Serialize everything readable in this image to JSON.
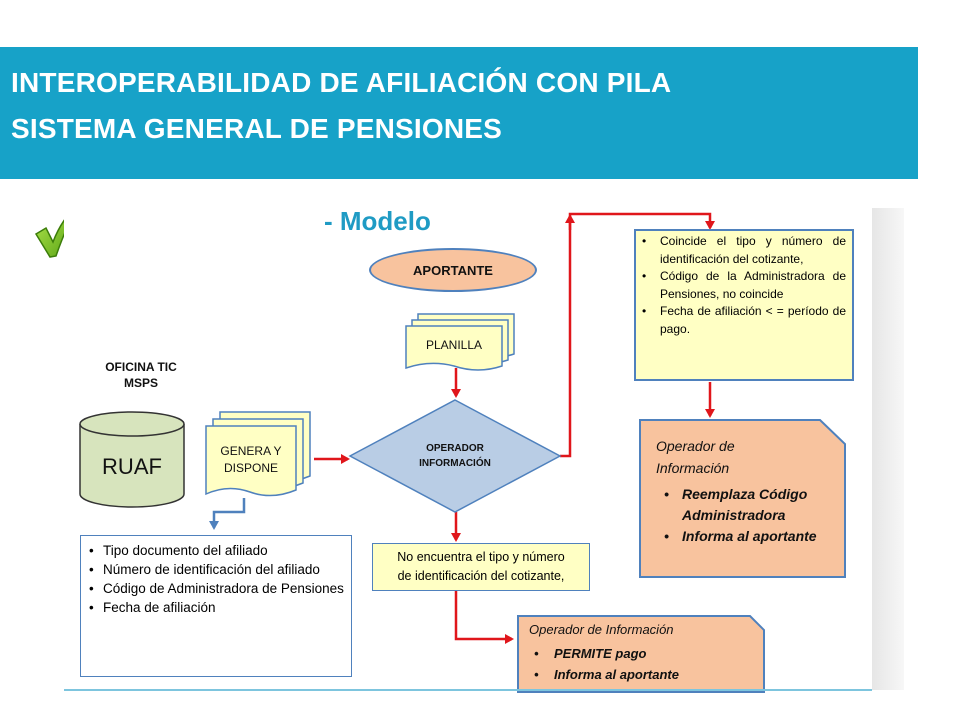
{
  "header": {
    "line1": "INTEROPERABILIDAD DE AFILIACIÓN  CON PILA",
    "line2": "SISTEMA GENERAL DE PENSIONES"
  },
  "diagram": {
    "title": "- Modelo",
    "aportante": "APORTANTE",
    "planilla": "PLANILLA",
    "oficina_line1": "OFICINA TIC",
    "oficina_line2": "MSPS",
    "ruaf": "RUAF",
    "genera_line1": "GENERA Y",
    "genera_line2": "DISPONE",
    "operador_line1": "OPERADOR",
    "operador_line2": "INFORMACIÓN",
    "ruaf_fields": [
      "Tipo documento del afiliado",
      "Número de identificación del afiliado",
      "Código de Administradora de Pensiones",
      "Fecha de afiliación"
    ],
    "condition_box": [
      "Coincide el tipo y número de identificación del cotizante,",
      "Código de la Administradora de Pensiones, no coincide",
      "Fecha de afiliación < = período de pago."
    ],
    "not_found_line1": "No encuentra el tipo y número",
    "not_found_line2": "de identificación del cotizante,",
    "result_replace": {
      "title_line1": "Operador de",
      "title_line2": "Información",
      "items": [
        "Reemplaza Código Administradora",
        "Informa al aportante"
      ]
    },
    "result_permit": {
      "title": "Operador de Información",
      "items": [
        "PERMITE pago",
        "Informa al aportante"
      ]
    }
  },
  "colors": {
    "header_bg": "#17a2c8",
    "title_blue": "#1f9bc4",
    "arrow_red": "#e0161b",
    "arrow_blue": "#4f81bd",
    "peach": "#f8c39e",
    "yellow": "#ffffc4",
    "diamond": "#b9cde5",
    "check_green": "#7cc51a"
  },
  "icons": [
    "checkmark-icon"
  ]
}
